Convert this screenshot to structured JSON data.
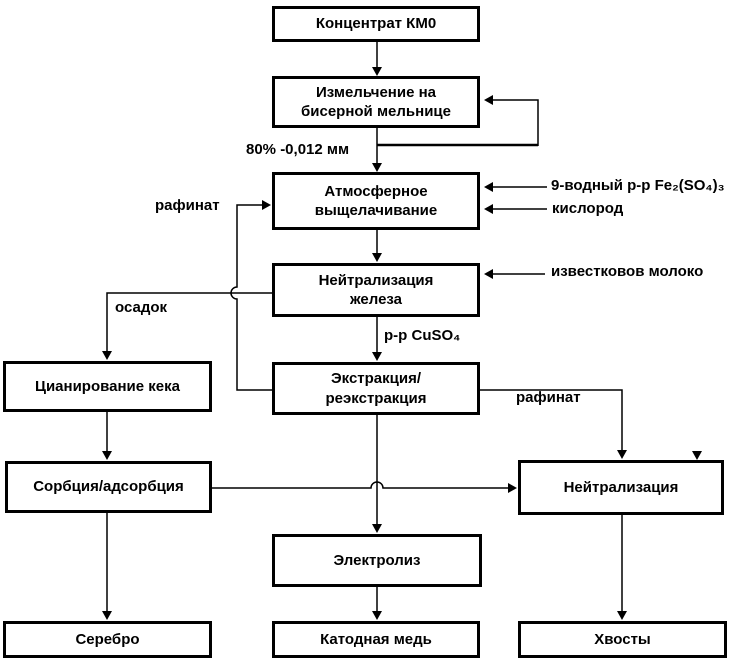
{
  "diagram": {
    "type": "process-flowchart",
    "colors": {
      "line": "#000000",
      "box_fill": "#ffffff",
      "background": "#ffffff",
      "text": "#000000"
    },
    "nodes": {
      "concentrate": {
        "label": "Концентрат КМ0"
      },
      "grinding": {
        "label": [
          "Измельчение на",
          "бисерной мельнице"
        ]
      },
      "leaching": {
        "label": [
          "Атмосферное",
          "выщелачивание"
        ]
      },
      "iron_neutralization": {
        "label": [
          "Нейтрализация",
          "железа"
        ]
      },
      "cyanidation": {
        "label": "Цианирование кека"
      },
      "extraction": {
        "label": [
          "Экстракция/",
          "реэкстракция"
        ]
      },
      "sorption": {
        "label": "Сорбция/адсорбция"
      },
      "neutralization": {
        "label": "Нейтрализация"
      },
      "electrolysis": {
        "label": "Электролиз"
      },
      "silver": {
        "label": "Серебро"
      },
      "cathode_copper": {
        "label": "Катодная медь"
      },
      "tailings": {
        "label": "Хвосты"
      }
    },
    "flow_labels": {
      "particle_size": "80% -0,012 мм",
      "raffinate_left": "рафинат",
      "ferric_sulfate": "9-водный р-р Fe₂(SO₄)₃",
      "oxygen": "кислород",
      "lime_milk": "известковов молоко",
      "sediment": "осадок",
      "cuso4": "р-р CuSO₄",
      "raffinate_right": "рафинат"
    }
  }
}
